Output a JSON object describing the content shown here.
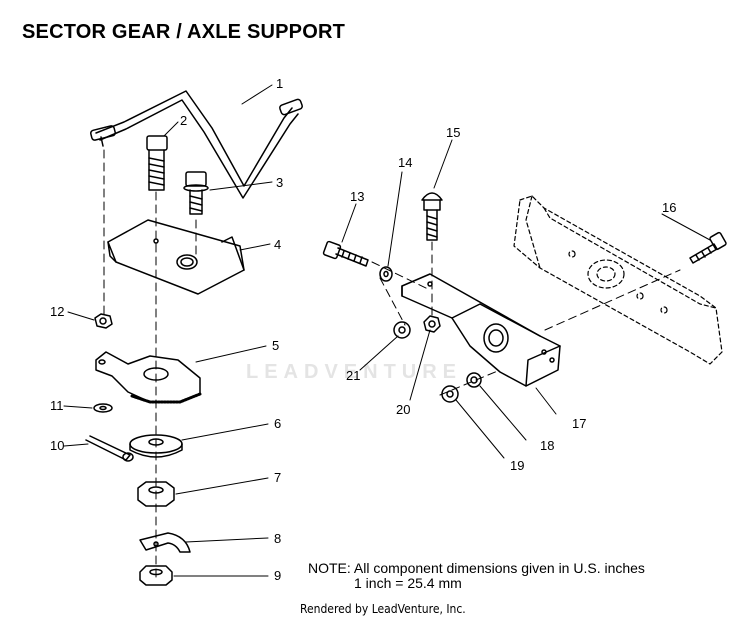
{
  "title": "SECTOR GEAR / AXLE SUPPORT",
  "callouts": [
    "1",
    "2",
    "3",
    "4",
    "5",
    "6",
    "7",
    "8",
    "9",
    "10",
    "11",
    "12",
    "13",
    "14",
    "15",
    "16",
    "17",
    "18",
    "19",
    "20",
    "21"
  ],
  "note": {
    "line1": "NOTE:  All component dimensions given in U.S. inches",
    "line2": "1 inch = 25.4 mm"
  },
  "watermark": "LEADVENTURE",
  "footer": "Rendered by LeadVenture, Inc."
}
